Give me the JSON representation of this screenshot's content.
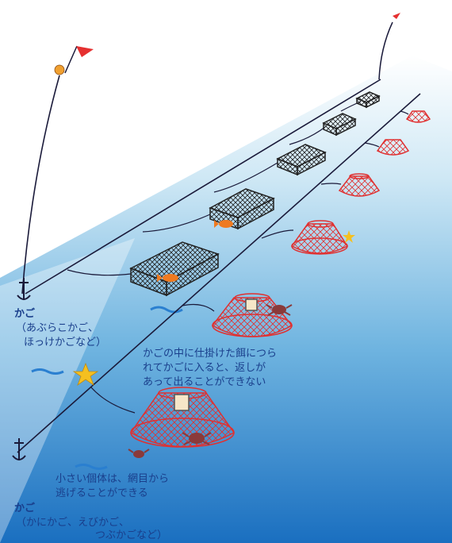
{
  "labels": {
    "top_kago_title": "かご",
    "top_kago_sub1": "（あぶらこかご、",
    "top_kago_sub2": "ほっけかごなど）",
    "mid_note_1": "かごの中に仕掛けた餌につら",
    "mid_note_2": "れてかごに入ると、返しが",
    "mid_note_3": "あって出ることができない",
    "small_note_1": "小さい個体は、網目から",
    "small_note_2": "逃げることができる",
    "bottom_kago_title": "かご",
    "bottom_kago_sub1": "（かにかご、えびかご、",
    "bottom_kago_sub2": "つぶかごなど）"
  },
  "colors": {
    "sea_top": "#ffffff",
    "sea_bottom": "#1a6fc0",
    "trap_red": "#e03030",
    "trap_dark": "#222222",
    "line": "#1a1a3a",
    "flag": "#e53030",
    "buoy": "#f0a030",
    "fish": "#ef7a20",
    "crab": "#8a3a3a",
    "starfish": "#f5c020"
  },
  "icons": [
    "flag-icon",
    "buoy-icon",
    "anchor-icon",
    "fish-icon",
    "crab-icon",
    "starfish-icon",
    "bait-canister-icon"
  ]
}
